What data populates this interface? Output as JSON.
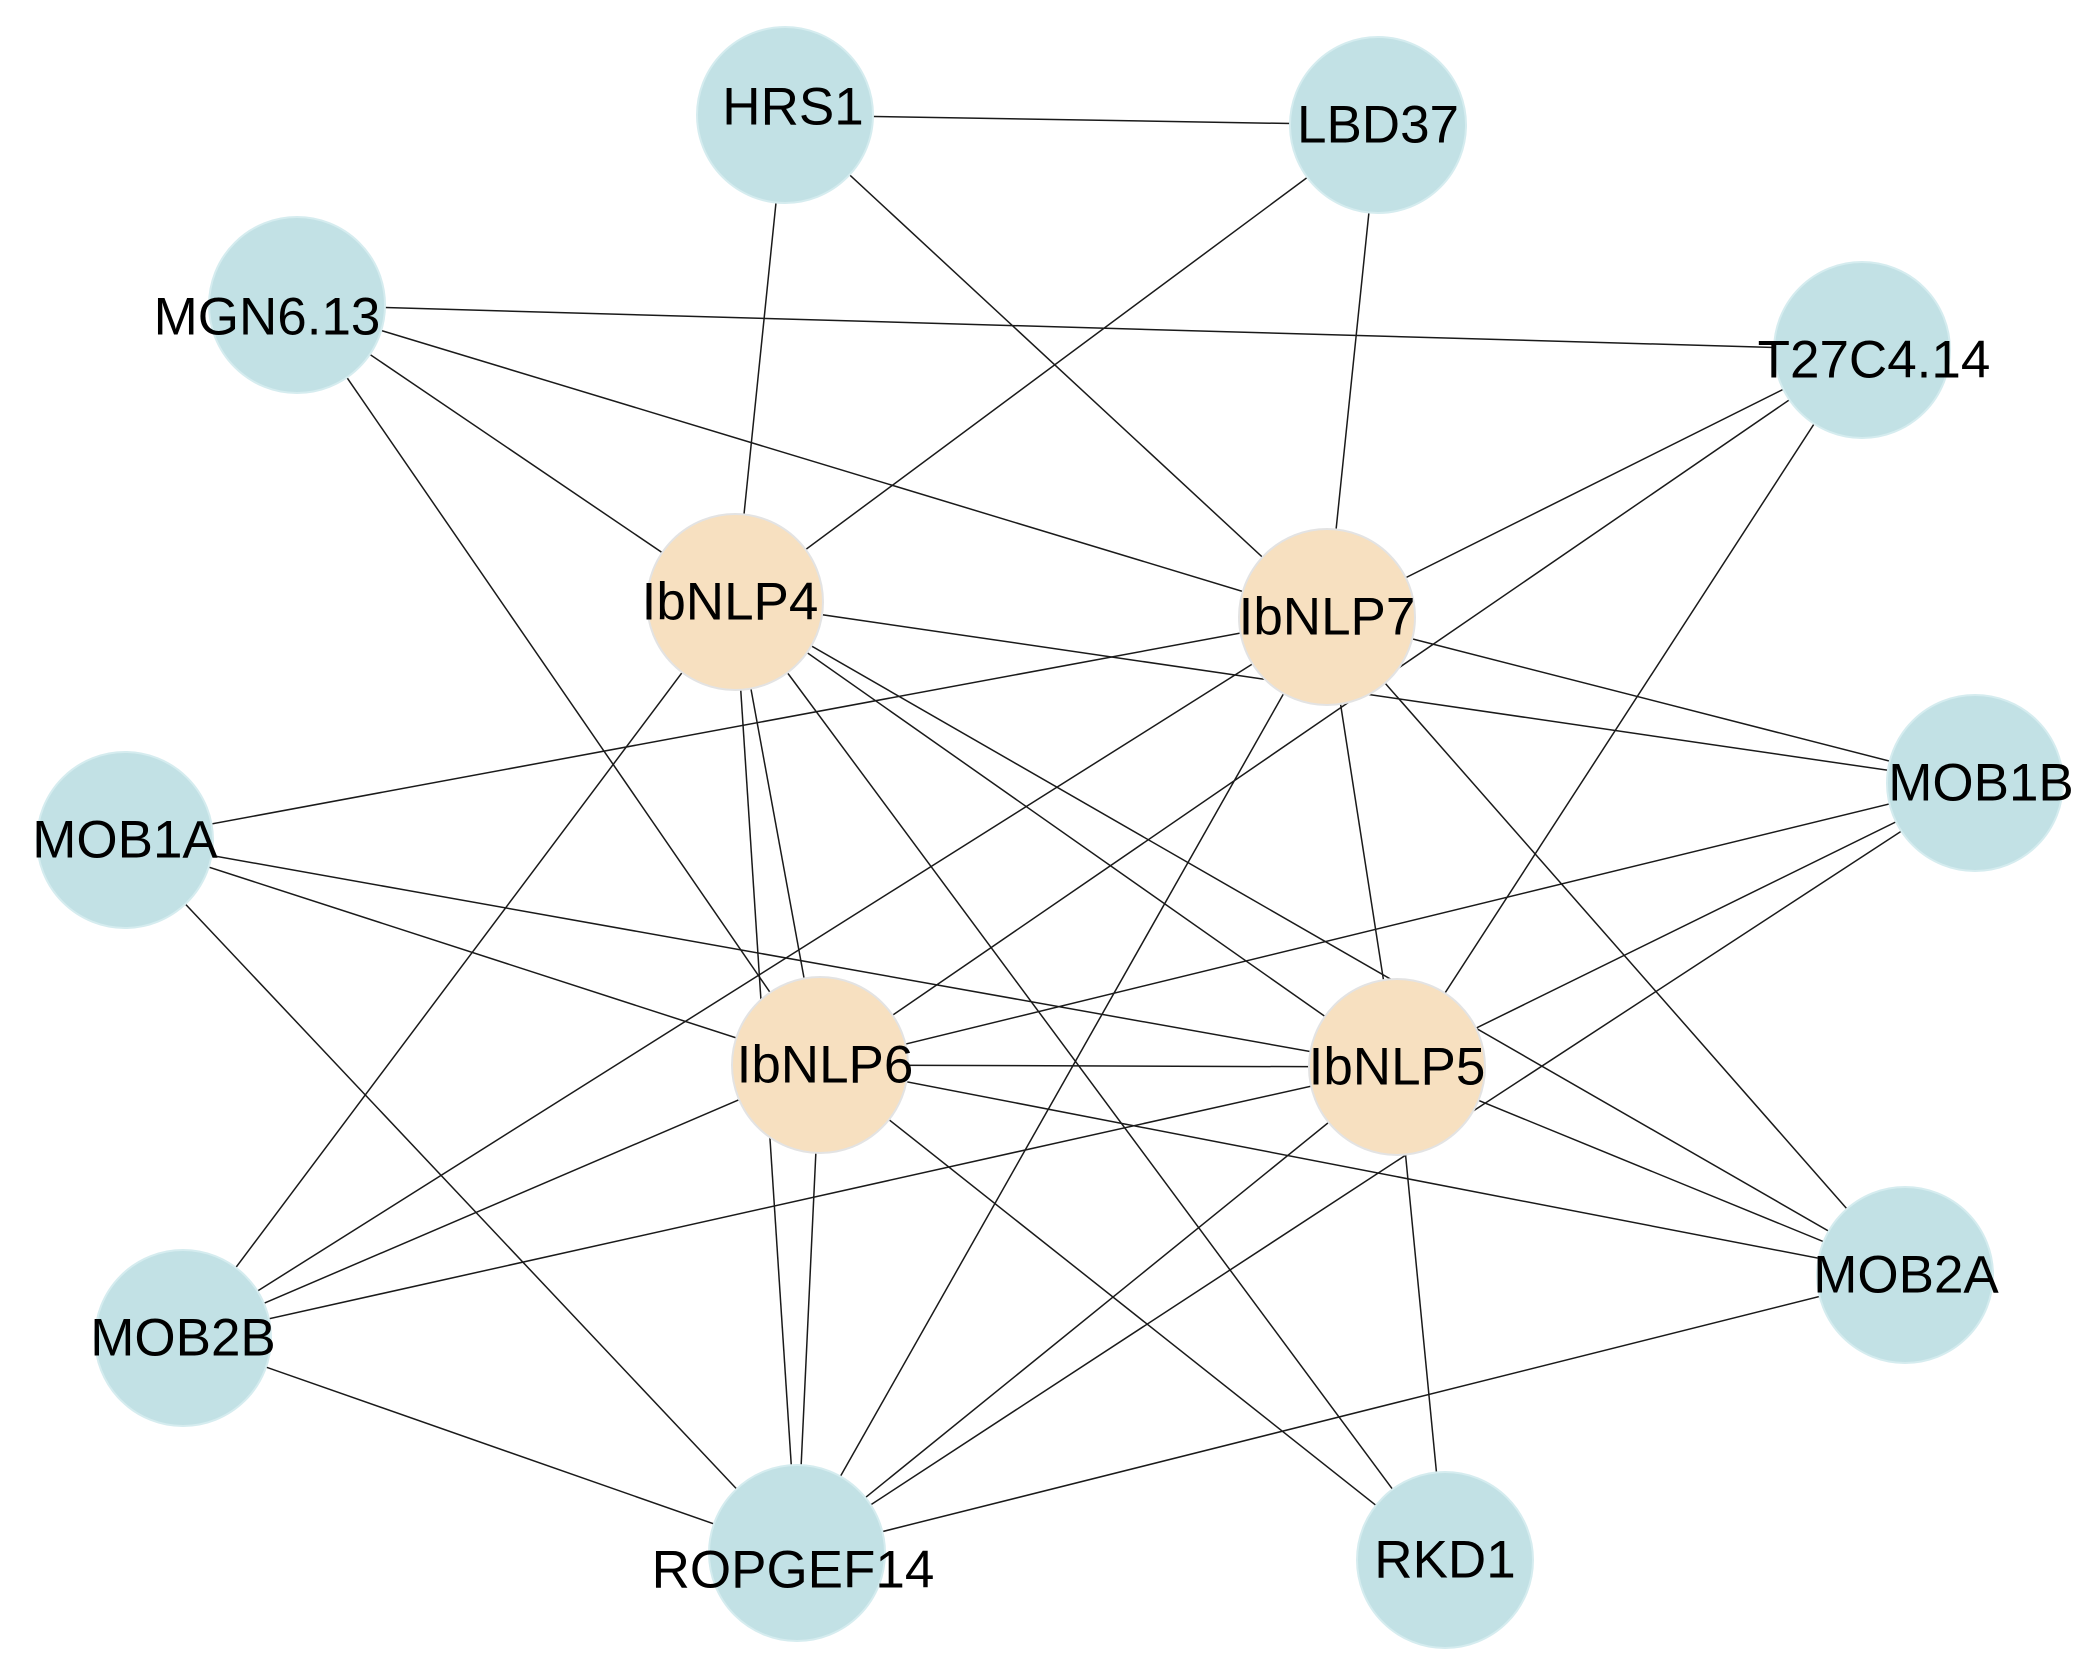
{
  "network": {
    "colors": {
      "hub_fill": "#f7e0c0",
      "partner_fill": "#c2e1e5",
      "edge": "#1a1a1a",
      "label": "#000000"
    },
    "nodes": [
      {
        "id": "HRS1",
        "label": "HRS1",
        "group": "partner"
      },
      {
        "id": "LBD37",
        "label": "LBD37",
        "group": "partner"
      },
      {
        "id": "MGN6.13",
        "label": "MGN6.13",
        "group": "partner"
      },
      {
        "id": "T27C4.14",
        "label": "T27C4.14",
        "group": "partner"
      },
      {
        "id": "IbNLP4",
        "label": "IbNLP4",
        "group": "hub"
      },
      {
        "id": "IbNLP7",
        "label": "IbNLP7",
        "group": "hub"
      },
      {
        "id": "MOB1A",
        "label": "MOB1A",
        "group": "partner"
      },
      {
        "id": "MOB1B",
        "label": "MOB1B",
        "group": "partner"
      },
      {
        "id": "IbNLP6",
        "label": "IbNLP6",
        "group": "hub"
      },
      {
        "id": "IbNLP5",
        "label": "IbNLP5",
        "group": "hub"
      },
      {
        "id": "MOB2B",
        "label": "MOB2B",
        "group": "partner"
      },
      {
        "id": "MOB2A",
        "label": "MOB2A",
        "group": "partner"
      },
      {
        "id": "ROPGEF14",
        "label": "ROPGEF14",
        "group": "partner"
      },
      {
        "id": "RKD1",
        "label": "RKD1",
        "group": "partner"
      }
    ],
    "edges": [
      [
        "HRS1",
        "LBD37"
      ],
      [
        "HRS1",
        "IbNLP4"
      ],
      [
        "HRS1",
        "IbNLP7"
      ],
      [
        "LBD37",
        "IbNLP4"
      ],
      [
        "LBD37",
        "IbNLP7"
      ],
      [
        "MGN6.13",
        "T27C4.14"
      ],
      [
        "MGN6.13",
        "IbNLP4"
      ],
      [
        "MGN6.13",
        "IbNLP7"
      ],
      [
        "MGN6.13",
        "IbNLP6"
      ],
      [
        "T27C4.14",
        "IbNLP7"
      ],
      [
        "T27C4.14",
        "IbNLP6"
      ],
      [
        "T27C4.14",
        "IbNLP5"
      ],
      [
        "IbNLP4",
        "MOB1B"
      ],
      [
        "IbNLP4",
        "IbNLP6"
      ],
      [
        "IbNLP4",
        "IbNLP5"
      ],
      [
        "IbNLP4",
        "MOB2B"
      ],
      [
        "IbNLP4",
        "ROPGEF14"
      ],
      [
        "IbNLP4",
        "RKD1"
      ],
      [
        "IbNLP4",
        "MOB2A"
      ],
      [
        "IbNLP7",
        "MOB1A"
      ],
      [
        "IbNLP7",
        "MOB1B"
      ],
      [
        "IbNLP7",
        "IbNLP5"
      ],
      [
        "IbNLP7",
        "MOB2B"
      ],
      [
        "IbNLP7",
        "ROPGEF14"
      ],
      [
        "IbNLP7",
        "MOB2A"
      ],
      [
        "MOB1A",
        "IbNLP6"
      ],
      [
        "MOB1A",
        "IbNLP5"
      ],
      [
        "MOB1A",
        "ROPGEF14"
      ],
      [
        "MOB1B",
        "IbNLP6"
      ],
      [
        "MOB1B",
        "IbNLP5"
      ],
      [
        "MOB1B",
        "ROPGEF14"
      ],
      [
        "IbNLP6",
        "IbNLP5"
      ],
      [
        "IbNLP6",
        "MOB2B"
      ],
      [
        "IbNLP6",
        "ROPGEF14"
      ],
      [
        "IbNLP6",
        "RKD1"
      ],
      [
        "IbNLP6",
        "MOB2A"
      ],
      [
        "IbNLP5",
        "MOB2B"
      ],
      [
        "IbNLP5",
        "MOB2A"
      ],
      [
        "IbNLP5",
        "ROPGEF14"
      ],
      [
        "IbNLP5",
        "RKD1"
      ],
      [
        "MOB2B",
        "ROPGEF14"
      ],
      [
        "MOB2A",
        "ROPGEF14"
      ]
    ]
  }
}
